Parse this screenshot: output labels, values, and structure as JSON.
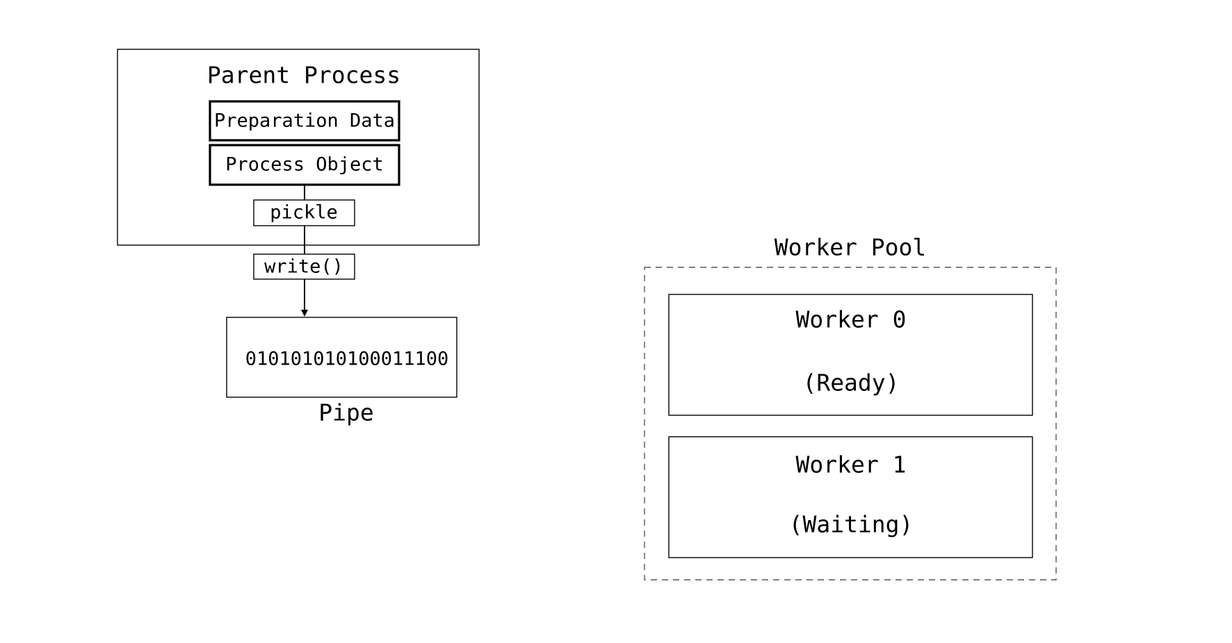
{
  "parent_process": {
    "title": "Parent Process",
    "preparation_data": "Preparation Data",
    "process_object": "Process Object",
    "pickle": "pickle"
  },
  "write_call": "write()",
  "pipe": {
    "contents": "010101010100011100",
    "label": "Pipe"
  },
  "worker_pool": {
    "title": "Worker Pool",
    "workers": [
      {
        "name": "Worker 0",
        "status": "(Ready)"
      },
      {
        "name": "Worker 1",
        "status": "(Waiting)"
      }
    ]
  },
  "colors": {
    "stroke": "#000000",
    "background": "#ffffff",
    "dashed_border": "#555555"
  }
}
